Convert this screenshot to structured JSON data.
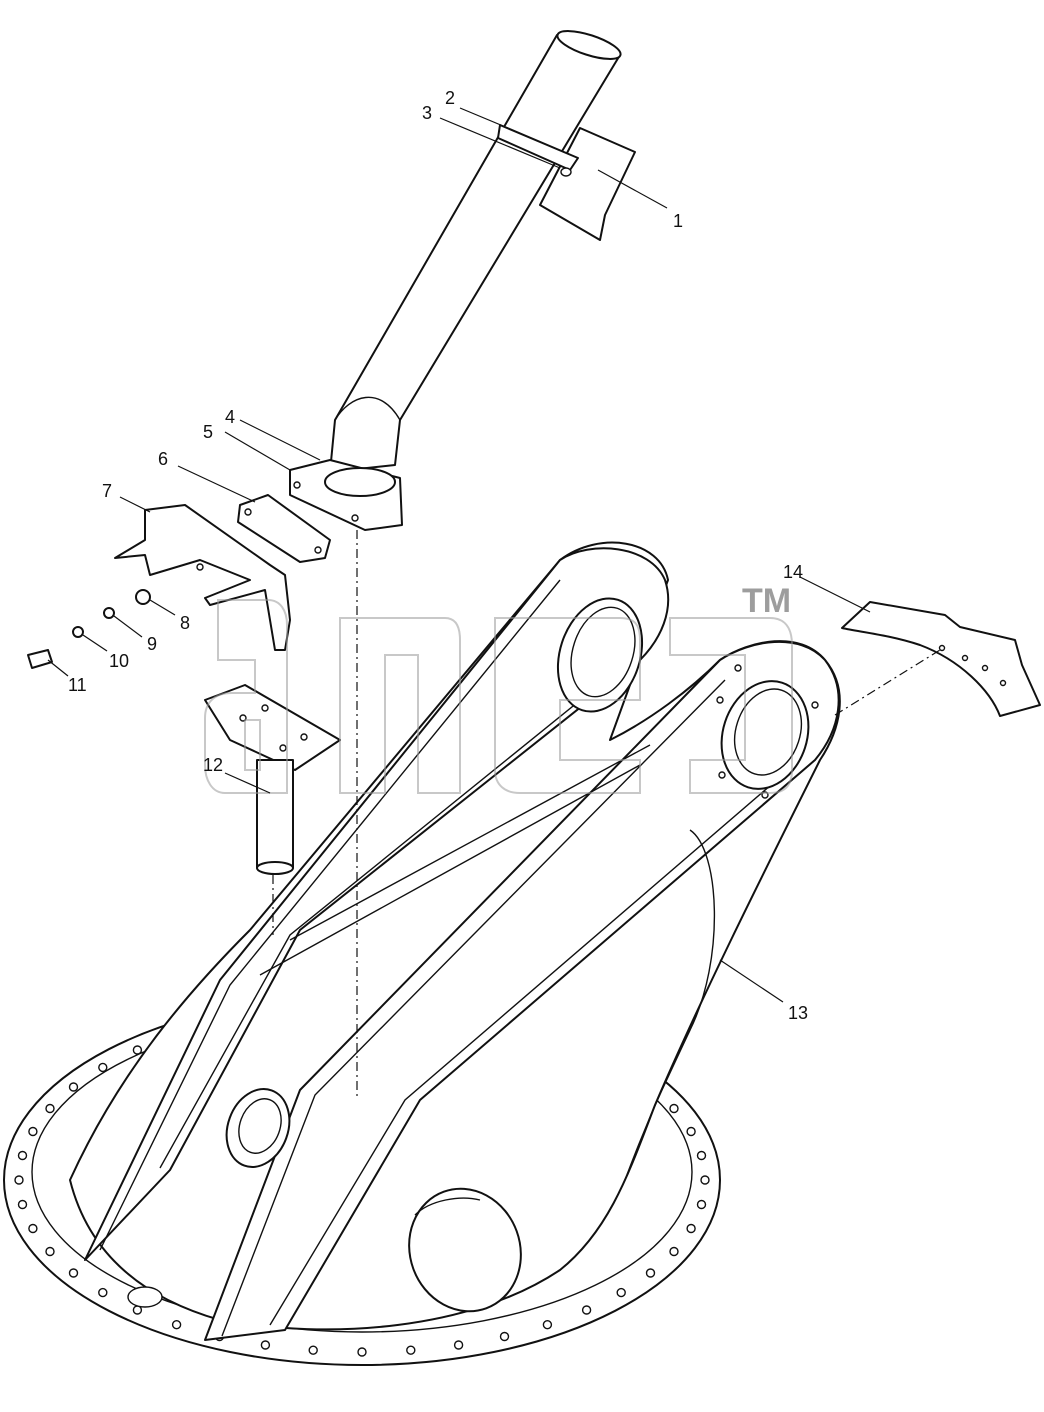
{
  "diagram": {
    "labels": {
      "p1": "1",
      "p2": "2",
      "p3": "3",
      "p4": "4",
      "p5": "5",
      "p6": "6",
      "p7": "7",
      "p8": "8",
      "p9": "9",
      "p10": "10",
      "p11": "11",
      "p12": "12",
      "p13": "13",
      "p14": "14"
    },
    "watermark": {
      "trademark": "TM"
    }
  }
}
